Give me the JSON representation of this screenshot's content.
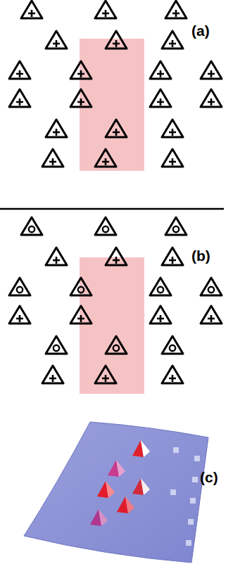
{
  "diagram": {
    "labels": [
      "(a)",
      "(b)",
      "(c)"
    ]
  }
}
